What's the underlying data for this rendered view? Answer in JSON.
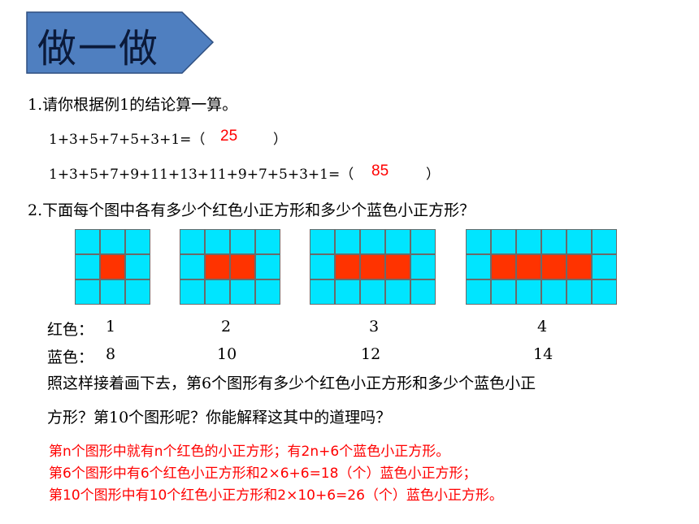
{
  "banner": {
    "title": "做一做",
    "fill": "#4f7fc0",
    "stroke": "#2f4f80"
  },
  "q1": {
    "prompt": "1.请你根据例1的结论算一算。",
    "eq1": "1+3+5+7+5+3+1=（",
    "eq1_close": "）",
    "ans1": "25",
    "eq2": "1+3+5+7+9+11+13+11+9+7+5+3+1=（",
    "eq2_close": "）",
    "ans2": "85"
  },
  "q2": {
    "prompt": "2.下面每个图中各有多少个红色小正方形和多少个蓝色小正方形？",
    "red_label": "红色：",
    "blue_label": "蓝色：",
    "figures": [
      {
        "red_count": "1",
        "blue_count": "8",
        "red": 1
      },
      {
        "red_count": "2",
        "blue_count": "10",
        "red": 2
      },
      {
        "red_count": "3",
        "blue_count": "12",
        "red": 3
      },
      {
        "red_count": "4",
        "blue_count": "14",
        "red": 4
      }
    ],
    "follow_line1": "照这样接着画下去，第6个图形有多少个红色小正方形和多少个蓝色小正",
    "follow_line2": "方形？第10个图形呢？你能解释这其中的道理吗？"
  },
  "answers": [
    "第n个图形中就有n个红色的小正方形；有2n+6个蓝色小正方形。",
    "第6个图形中有6个红色小正方形和2×6+6=18（个）蓝色小正方形；",
    "第10个图形中有10个红色小正方形和2×10+6=26（个）蓝色小正方形。"
  ],
  "colors": {
    "cyan": "#00e5ff",
    "red": "#ff3300",
    "answer": "#ff0000"
  }
}
